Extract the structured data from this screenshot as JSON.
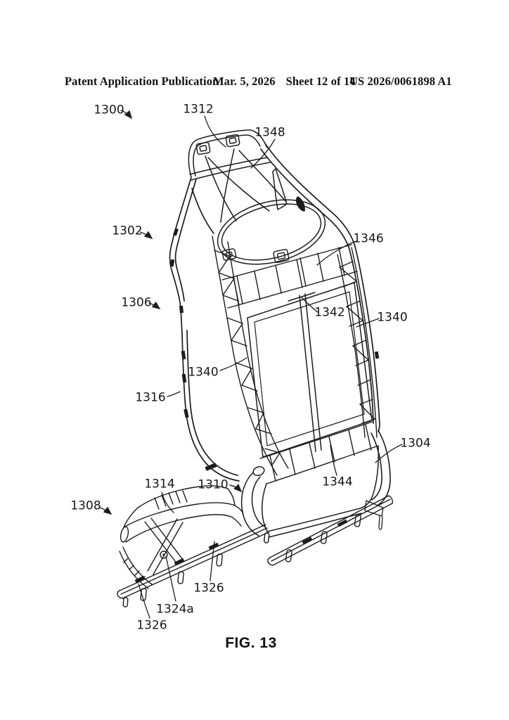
{
  "header": {
    "publication": "Patent Application Publication",
    "date": "Mar. 5, 2026",
    "sheet": "Sheet 12 of 14",
    "patent_number": "US 2026/0061898 A1"
  },
  "figure": {
    "caption": "FIG. 13",
    "labels": [
      {
        "id": "1300",
        "text": "1300"
      },
      {
        "id": "1312",
        "text": "1312"
      },
      {
        "id": "1348",
        "text": "1348"
      },
      {
        "id": "1302",
        "text": "1302"
      },
      {
        "id": "1346",
        "text": "1346"
      },
      {
        "id": "1306",
        "text": "1306"
      },
      {
        "id": "1342",
        "text": "1342"
      },
      {
        "id": "1340-right",
        "text": "1340"
      },
      {
        "id": "1340-left",
        "text": "1340"
      },
      {
        "id": "1316",
        "text": "1316"
      },
      {
        "id": "1304",
        "text": "1304"
      },
      {
        "id": "1314",
        "text": "1314"
      },
      {
        "id": "1310",
        "text": "1310"
      },
      {
        "id": "1308",
        "text": "1308"
      },
      {
        "id": "1344",
        "text": "1344"
      },
      {
        "id": "1326-upper",
        "text": "1326"
      },
      {
        "id": "1324a",
        "text": "1324a"
      },
      {
        "id": "1326-lower",
        "text": "1326"
      }
    ]
  },
  "colors": {
    "ink": "#1c1c1c",
    "background": "#ffffff"
  }
}
